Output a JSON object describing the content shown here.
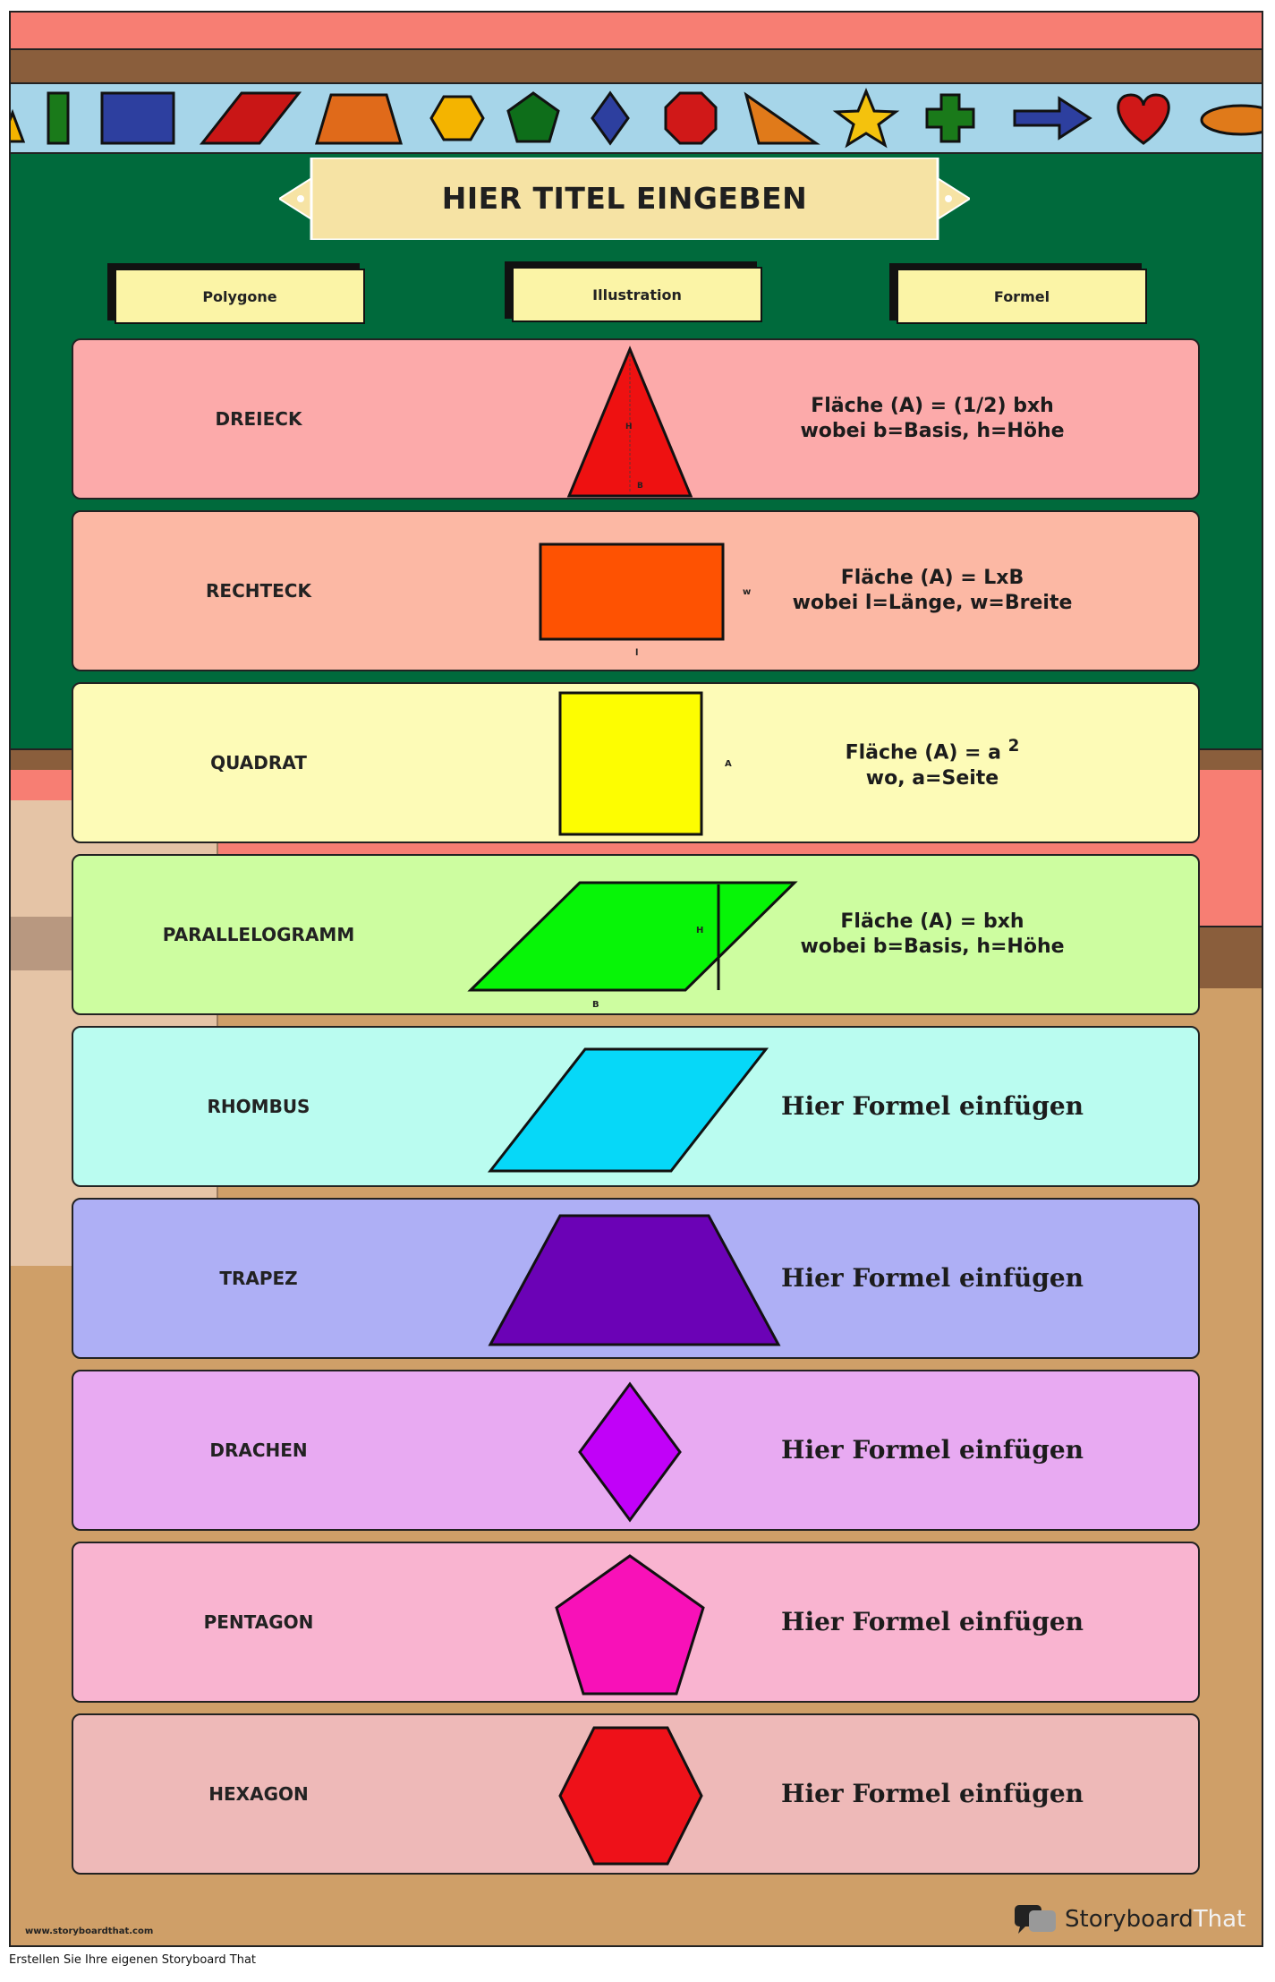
{
  "title": "HIER TITEL EINGEBEN",
  "headers": {
    "polygons": "Polygone",
    "illustration": "Illustration",
    "formula": "Formel"
  },
  "rows": [
    {
      "name": "DREIECK",
      "formula_line1": "Fläche (A) = (1/2) bxh",
      "formula_line2": "wobei b=Basis, h=Höhe",
      "color": "#fcaaaa",
      "labels": [
        "H",
        "B"
      ]
    },
    {
      "name": "RECHTECK",
      "formula_line1": "Fläche (A) = LxB",
      "formula_line2": "wobei l=Länge, w=Breite",
      "color": "#fcb8a4",
      "labels": [
        "w",
        "l"
      ]
    },
    {
      "name": "QUADRAT",
      "formula_line1": "Fläche (A) = a",
      "formula_sup": "2",
      "formula_line2": "wo, a=Seite",
      "color": "#fdfbb7",
      "labels": [
        "A"
      ]
    },
    {
      "name": "PARALLELOGRAMM",
      "formula_line1": "Fläche (A) = bxh",
      "formula_line2": "wobei b=Basis, h=Höhe",
      "color": "#cdfda0",
      "labels": [
        "H",
        "B"
      ]
    },
    {
      "name": "RHOMBUS",
      "formula_line1": "Hier Formel einfügen",
      "color": "#bafcf0"
    },
    {
      "name": "TRAPEZ",
      "formula_line1": "Hier Formel einfügen",
      "color": "#aeaff5"
    },
    {
      "name": "DRACHEN",
      "formula_line1": "Hier Formel einfügen",
      "color": "#e8aaf2"
    },
    {
      "name": "PENTAGON",
      "formula_line1": "Hier Formel einfügen",
      "color": "#f9b4d0"
    },
    {
      "name": "HEXAGON",
      "formula_line1": "Hier Formel einfügen",
      "color": "#eeb9b8"
    }
  ],
  "watermark_site": "www.storyboardthat.com",
  "brand": {
    "word1": "Storyboard",
    "word2": "That"
  },
  "footer": "Erstellen Sie Ihre eigenen Storyboard That",
  "colors": {
    "board": "#006a3c",
    "wall": "#f77e73",
    "wood": "#8a5e3c",
    "floor": "#cf9f68",
    "strip": "#a6d5e9",
    "banner": "#f6e3a4",
    "header": "#fbf4a6"
  }
}
